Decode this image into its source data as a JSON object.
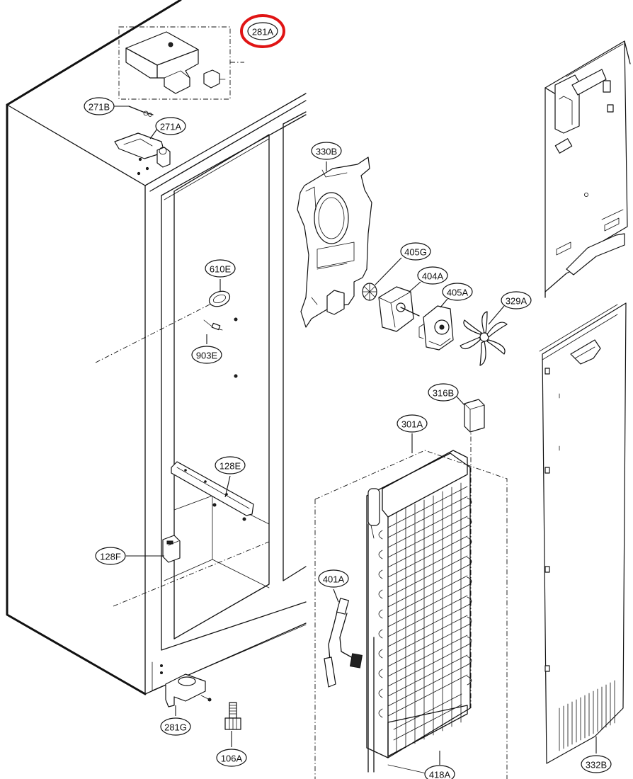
{
  "diagram": {
    "highlight_color": "#e01414",
    "highlighted_part": "281A",
    "parts": [
      {
        "id": "p281A",
        "label": "281A"
      },
      {
        "id": "p271B",
        "label": "271B"
      },
      {
        "id": "p271A",
        "label": "271A"
      },
      {
        "id": "p330B",
        "label": "330B"
      },
      {
        "id": "p405G",
        "label": "405G"
      },
      {
        "id": "p404A",
        "label": "404A"
      },
      {
        "id": "p405A",
        "label": "405A"
      },
      {
        "id": "p329A",
        "label": "329A"
      },
      {
        "id": "p610E",
        "label": "610E"
      },
      {
        "id": "p903E",
        "label": "903E"
      },
      {
        "id": "p316B",
        "label": "316B"
      },
      {
        "id": "p301A",
        "label": "301A"
      },
      {
        "id": "p128E",
        "label": "128E"
      },
      {
        "id": "p128F",
        "label": "128F"
      },
      {
        "id": "p401A",
        "label": "401A"
      },
      {
        "id": "p281G",
        "label": "281G"
      },
      {
        "id": "p106A",
        "label": "106A"
      },
      {
        "id": "p418A",
        "label": "418A"
      },
      {
        "id": "p332B",
        "label": "332B"
      }
    ]
  }
}
